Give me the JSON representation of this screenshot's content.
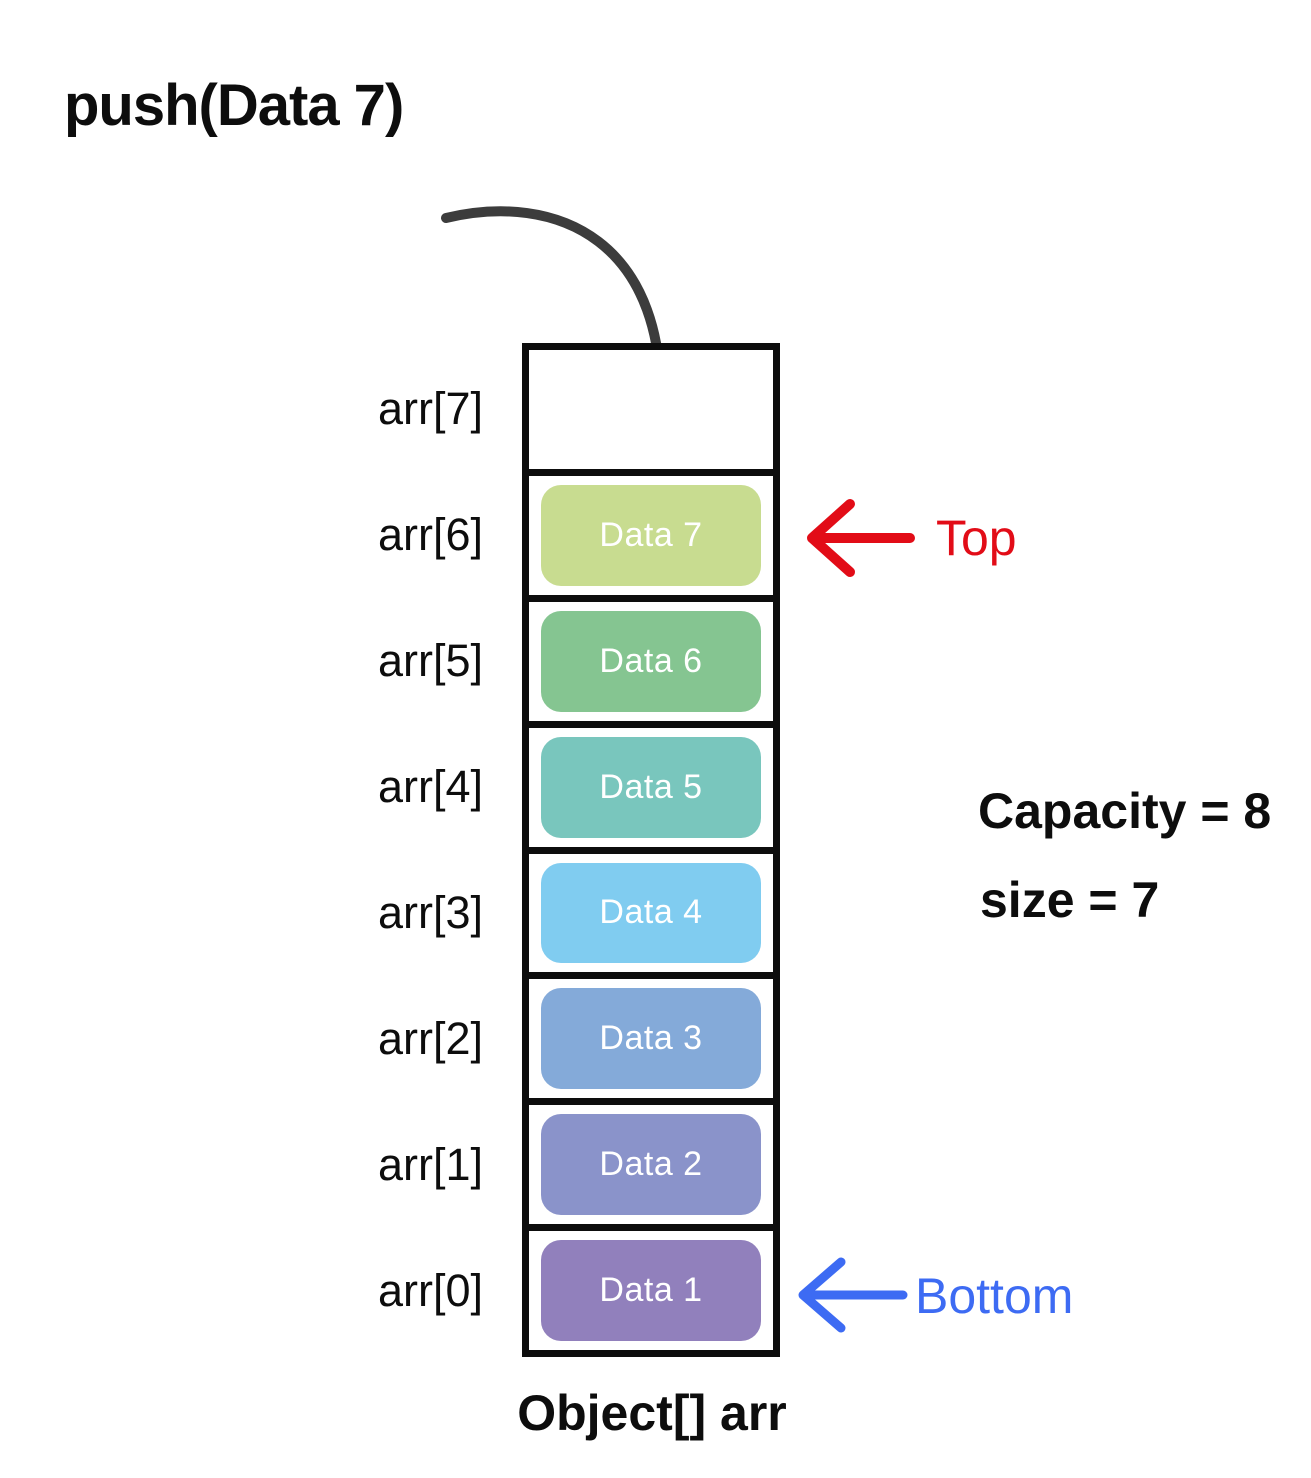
{
  "title": "push(Data 7)",
  "array": {
    "name_label": "Object[] arr",
    "cells": [
      {
        "index_label": "arr[7]",
        "value": "",
        "color": ""
      },
      {
        "index_label": "arr[6]",
        "value": "Data 7",
        "color": "#c8dc90"
      },
      {
        "index_label": "arr[5]",
        "value": "Data 6",
        "color": "#85c591"
      },
      {
        "index_label": "arr[4]",
        "value": "Data 5",
        "color": "#79c6bd"
      },
      {
        "index_label": "arr[3]",
        "value": "Data 4",
        "color": "#80ccf0"
      },
      {
        "index_label": "arr[2]",
        "value": "Data 3",
        "color": "#84aad9"
      },
      {
        "index_label": "arr[1]",
        "value": "Data 2",
        "color": "#8a93ca"
      },
      {
        "index_label": "arr[0]",
        "value": "Data 1",
        "color": "#9180bc"
      }
    ]
  },
  "annotations": {
    "top_label": "Top",
    "top_color": "#e20c17",
    "bottom_label": "Bottom",
    "bottom_color": "#3d6bf3",
    "capacity_text": "Capacity = 8",
    "size_text": "size = 7",
    "push_arrow_color": "#3c3c3c"
  }
}
